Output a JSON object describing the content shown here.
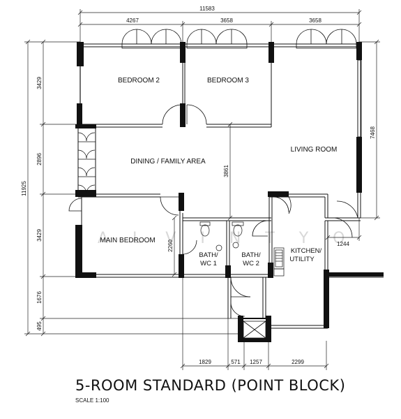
{
  "title": "5-ROOM STANDARD (POINT BLOCK)",
  "scale": "SCALE  1:100",
  "watermark": "A L V I N  T Y O",
  "rooms": {
    "bedroom2": "BEDROOM 2",
    "bedroom3": "BEDROOM 3",
    "dining": "DINING / FAMILY AREA",
    "living": "LIVING ROOM",
    "main_bedroom": "MAIN BEDROOM",
    "bath1_l1": "BATH/",
    "bath1_l2": "WC 1",
    "bath2_l1": "BATH/",
    "bath2_l2": "WC 2",
    "kitchen_l1": "KITCHEN/",
    "kitchen_l2": "UTILITY"
  },
  "dimensions": {
    "top_total": "11583",
    "top_1": "4267",
    "top_2": "3658",
    "top_3": "3658",
    "left_total": "11925",
    "left_1": "3429",
    "left_2": "2896",
    "left_3": "3429",
    "left_4": "1676",
    "left_5": "495",
    "right_1": "7468",
    "right_2": "1244",
    "inner_v1": "3861",
    "inner_v2": "2260",
    "bottom_1": "1829",
    "bottom_2": "571",
    "bottom_3": "1257",
    "bottom_4": "2299"
  }
}
